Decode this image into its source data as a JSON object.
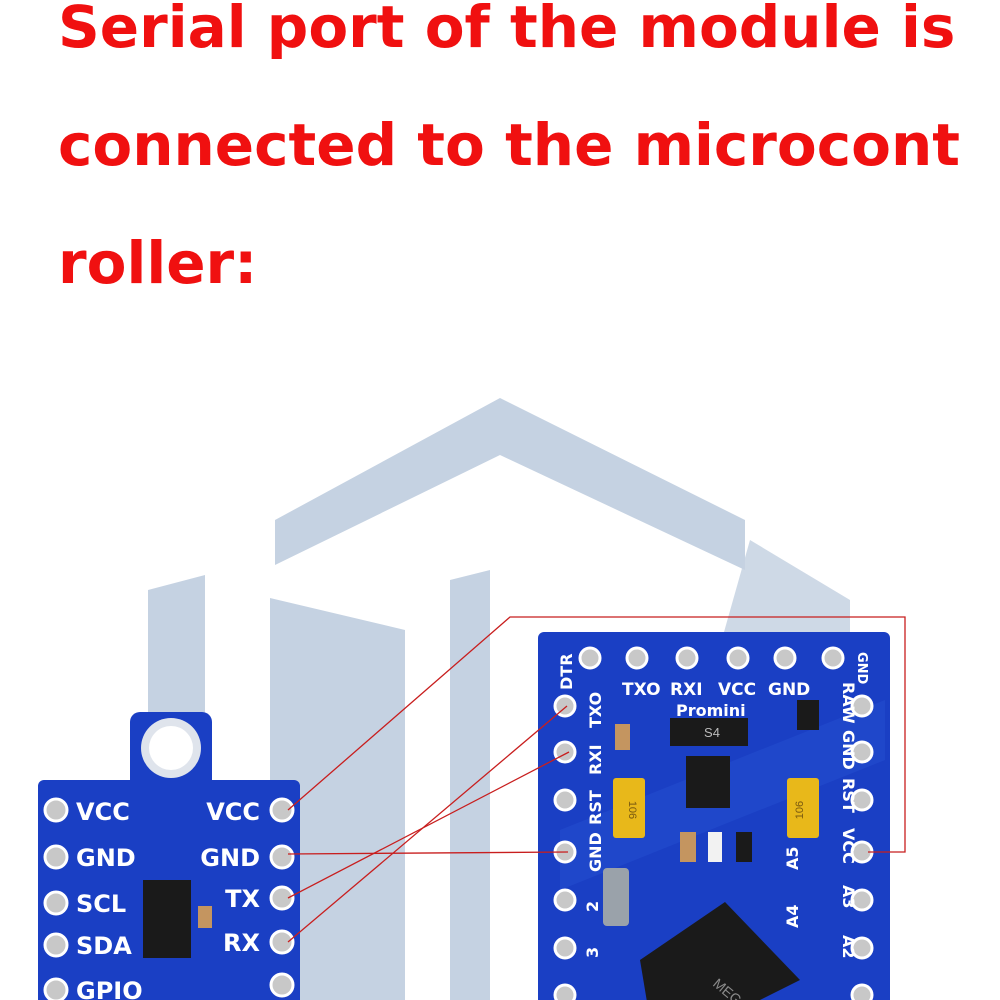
{
  "headline": {
    "line1": "Serial port of the module is",
    "line2": "connected to the microcont",
    "line3": "roller:"
  },
  "module": {
    "left_pins": [
      "VCC",
      "GND",
      "SCL",
      "SDA",
      "GPIO"
    ],
    "right_pins": [
      "VCC",
      "GND",
      "TX",
      "RX"
    ]
  },
  "pro_mini": {
    "top_labels": [
      "TXO",
      "RXI",
      "VCC",
      "GND"
    ],
    "board_name": "Promini",
    "left_labels": [
      "DTR",
      "TXO",
      "RXI",
      "RST",
      "GND",
      "2",
      "3"
    ],
    "right_labels": [
      "GND",
      "RAW",
      "GND",
      "RST",
      "VCC",
      "A3",
      "A2"
    ],
    "inner_labels": [
      "A5",
      "A4"
    ],
    "chip_text": "MEG",
    "component_codes": [
      "S4",
      "106",
      "106"
    ]
  },
  "colors": {
    "headline": "#f01010",
    "board_blue": "#1a3fc4",
    "connector_lines": "#c81e1e",
    "watermark": "#c5d2e2"
  }
}
